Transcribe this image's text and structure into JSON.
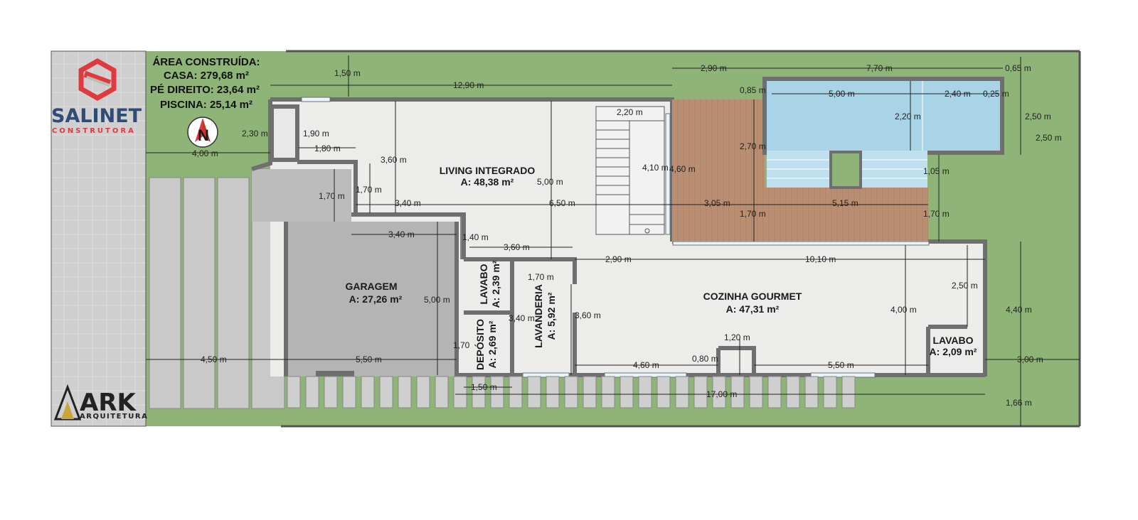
{
  "summary": {
    "title": "ÁREA CONSTRUÍDA:",
    "casa": "CASA: 279,68 m²",
    "pe_direito": "PÉ DIREITO: 23,64 m²",
    "piscina": "PISCINA: 25,14 m²"
  },
  "brand": {
    "builder_name": "SALINET",
    "builder_tagline": "CONSTRUTORA",
    "architect_name": "ARK",
    "architect_tagline": "ARQUITETURA",
    "accent": "#e03a3e"
  },
  "compass": {
    "letter": "N"
  },
  "rooms": {
    "living": {
      "name": "LIVING INTEGRADO",
      "area": "A: 48,38 m²"
    },
    "garagem": {
      "name": "GARAGEM",
      "area": "A: 27,26 m²"
    },
    "cozinha": {
      "name": "COZINHA GOURMET",
      "area": "A: 47,31 m²"
    },
    "lavabo1": {
      "name": "LAVABO",
      "area": "A: 2,39 m²"
    },
    "lavanderia": {
      "name": "LAVANDERIA",
      "area": "A: 5,92 m²"
    },
    "deposito": {
      "name": "DEPÓSITO",
      "area": "A: 2,69 m²"
    },
    "lavabo2": {
      "name": "LAVABO",
      "area": "A: 2,09 m²"
    }
  },
  "dims": {
    "d_1_50_top": "1,50 m",
    "d_12_90": "12,90 m",
    "d_2_90_top": "2,90 m",
    "d_7_70": "7,70 m",
    "d_0_65": "0,65 m",
    "d_0_85": "0,85 m",
    "d_5_00_pool": "5,00 m",
    "d_2_40": "2,40 m",
    "d_0_25": "0,25 m",
    "d_2_50_r1": "2,50 m",
    "d_2_50_r2": "2,50 m",
    "d_2_20_pool": "2,20 m",
    "d_2_70": "2,70 m",
    "d_1_05": "1,05 m",
    "d_2_30": "2,30 m",
    "d_1_90": "1,90 m",
    "d_1_80": "1,80 m",
    "d_4_00_left": "4,00 m",
    "d_3_60_living": "3,60 m",
    "d_2_20_stair": "2,20 m",
    "d_5_00_living": "5,00 m",
    "d_4_10": "4,10 m",
    "d_4_60_deck": "4,60 m",
    "d_1_70_a": "1,70 m",
    "d_1_70_b": "1,70 m",
    "d_3_40_a": "3,40 m",
    "d_6_50": "6,50 m",
    "d_3_05": "3,05 m",
    "d_5_15": "5,15 m",
    "d_1_70_c": "1,70 m",
    "d_1_70_d": "1,70 m",
    "d_3_40_b": "3,40 m",
    "d_1_40": "1,40 m",
    "d_3_60_mid": "3,60 m",
    "d_2_90_mid": "2,90 m",
    "d_10_10": "10,10 m",
    "d_1_70_lav": "1,70 m",
    "d_5_00_gar": "5,00 m",
    "d_3_40_c": "3,40 m",
    "d_3_60_coz": "3,60 m",
    "d_2_50_coz": "2,50 m",
    "d_4_00_coz": "4,00 m",
    "d_4_40": "4,40 m",
    "d_1_20": "1,20 m",
    "d_1_70_dep": "1,70",
    "d_0_80": "0,80 m",
    "d_4_60_bottom": "4,60 m",
    "d_5_50_right": "5,50 m",
    "d_3_00": "3,00 m",
    "d_4_50": "4,50 m",
    "d_5_50_gar": "5,50 m",
    "d_1_50_bottom": "1,50 m",
    "d_17_00": "17,00 m",
    "d_1_66": "1,66 m"
  },
  "colors": {
    "grass": "#8fb477",
    "wall": "#6f6f6f",
    "floor": "#ececea",
    "garage": "#b4b4b4",
    "deck": "#b98e72",
    "pool": "#a9d3e6",
    "sidewalk": "#d6d6d6"
  }
}
